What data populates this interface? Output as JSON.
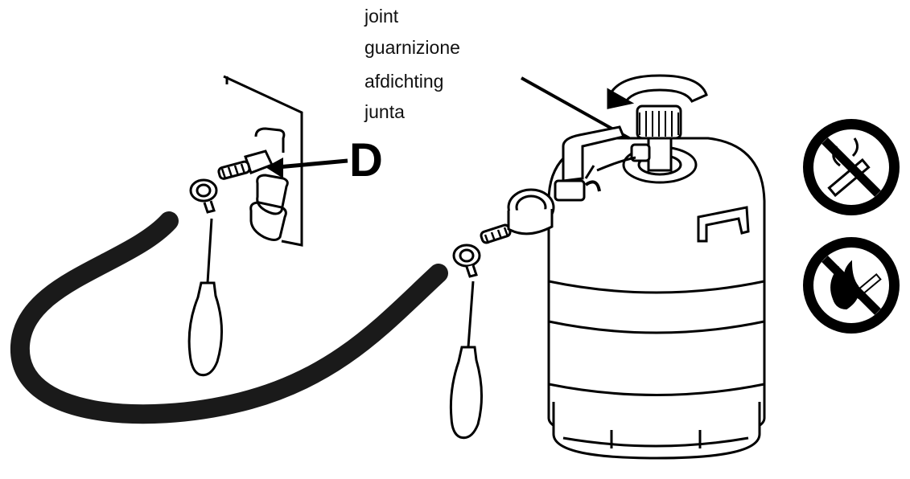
{
  "labels": {
    "joint_fr": "joint",
    "joint_it": "guarnizione",
    "joint_nl": "afdichting",
    "joint_es": "junta"
  },
  "marker": "D",
  "icons": {
    "no_smoking": "no-smoking-icon",
    "no_open_flame": "no-open-flame-icon"
  },
  "colors": {
    "ink": "#000000",
    "hose": "#1a1a1a",
    "sign_red": "#000000"
  }
}
